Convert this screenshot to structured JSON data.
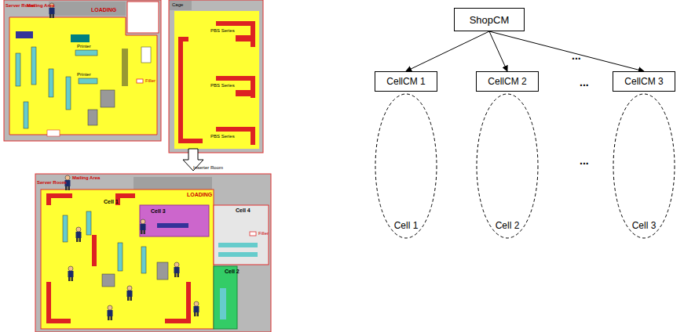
{
  "diagram": {
    "nodes": [
      {
        "text": [
          "ShopCM"
        ]
      },
      {
        "text": [
          "CellCM 1"
        ]
      },
      {
        "text": [
          "CellCM 2"
        ]
      },
      {
        "text": [
          "CellCM 3"
        ]
      },
      {
        "text": [
          "Cell 1"
        ]
      },
      {
        "text": [
          "Cell 2"
        ]
      },
      {
        "text": [
          "Cell 3"
        ]
      }
    ],
    "edges": [
      {
        "from": 0,
        "to": 1,
        "arrow": "to"
      },
      {
        "from": 0,
        "to": 2,
        "arrow": "to"
      },
      {
        "from": 0,
        "to": 3,
        "arrow": "to"
      }
    ],
    "labels": [
      "Server Room",
      "Mailing Area",
      "LOADING",
      "Printer",
      "Printer",
      "Filler",
      "Cage",
      "PBS Series",
      "PBS Series",
      "PBS Series",
      "Inserter Room",
      "Server Room",
      "Mailing Area",
      "LOADING",
      "Cell 1",
      "Cell 3",
      "Cell 4",
      "Cell 2",
      "Filler",
      "...",
      "...",
      "..."
    ]
  }
}
